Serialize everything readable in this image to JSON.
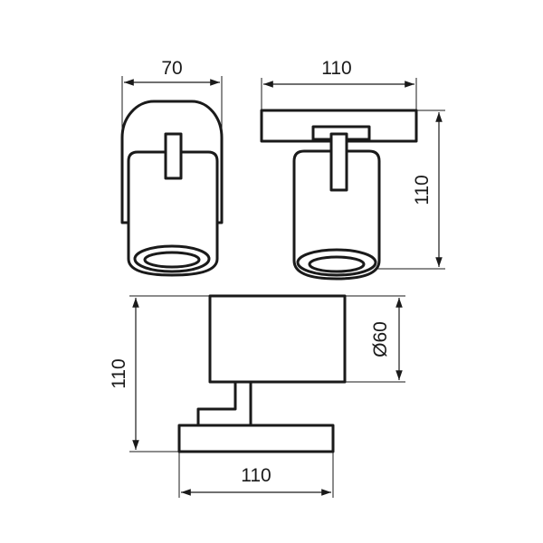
{
  "dimensions": {
    "side_view_width": "70",
    "front_view_width": "110",
    "front_view_height": "110",
    "top_view_height": "110",
    "top_view_diameter": "Ø60",
    "top_view_width": "110"
  },
  "colors": {
    "line": "#1a1a1a",
    "background": "#ffffff"
  }
}
